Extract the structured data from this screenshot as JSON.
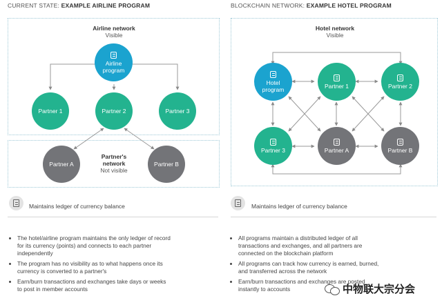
{
  "left": {
    "title_prefix": "CURRENT STATE: ",
    "title_bold": "EXAMPLE AIRLINE PROGRAM",
    "visible_network_title": "Airline network",
    "visible_network_sub": "Visible",
    "hidden_network_title_1": "Partner's",
    "hidden_network_title_2": "network",
    "hidden_network_sub": "Not visible",
    "nodes": {
      "program_line1": "Airline",
      "program_line2": "program",
      "partner1": "Partner 1",
      "partner2": "Partner 2",
      "partner3": "Partner 3",
      "partnerA": "Partner A",
      "partnerB": "Partner B"
    },
    "legend": "Maintains ledger of currency balance",
    "bullets": [
      "The hotel/airline program maintains the only ledger of record for its currency (points) and connects to each partner independently",
      "The program has no visibility as to what happens once its currency is converted to a partner's",
      "Earn/burn transactions and exchanges take days or weeks to post in member accounts"
    ]
  },
  "right": {
    "title_prefix": "BLOCKCHAIN NETWORK: ",
    "title_bold": "EXAMPLE HOTEL PROGRAM",
    "network_title": "Hotel network",
    "network_sub": "Visible",
    "nodes": {
      "program_line1": "Hotel",
      "program_line2": "program",
      "partner1": "Partner 1",
      "partner2": "Partner 2",
      "partner3": "Partner 3",
      "partnerA": "Partner A",
      "partnerB": "Partner B"
    },
    "legend": "Maintains ledger of currency balance",
    "bullets": [
      "All programs maintain a distributed ledger of all transactions and exchanges, and all partners are connected on the blockchain platform",
      "All programs can track how currency is earned, burned, and transferred across the network",
      "Earn/burn transactions and exchanges are posted instantly to accounts"
    ]
  },
  "watermark": "中物联大宗分会",
  "colors": {
    "green": "#23b38f",
    "blue": "#1ba3cf",
    "gray": "#737478",
    "border": "#9cc8d6"
  }
}
